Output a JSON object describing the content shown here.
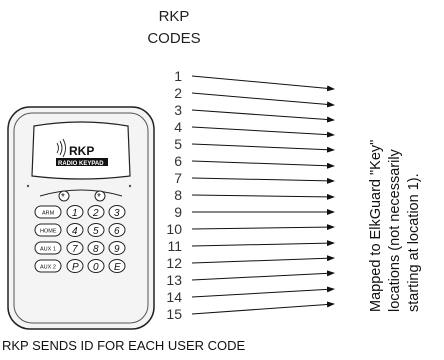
{
  "header": {
    "line1": "RKP",
    "line2": "CODES"
  },
  "code_numbers": [
    "1",
    "2",
    "3",
    "4",
    "5",
    "6",
    "7",
    "8",
    "9",
    "10",
    "11",
    "12",
    "13",
    "14",
    "15"
  ],
  "side_note": {
    "line1": "Mapped to ElkGuard \"Key\"",
    "line2": "locations (not necessarily",
    "line3": "starting at location 1)."
  },
  "keypad": {
    "brand": "RKP",
    "subtitle": "RADIO KEYPAD",
    "star": "*",
    "side_keys": [
      "ARM",
      "HOME",
      "AUX 1",
      "AUX 2"
    ],
    "keys": [
      "1",
      "2",
      "3",
      "4",
      "5",
      "6",
      "7",
      "8",
      "9",
      "P",
      "0",
      "E"
    ]
  },
  "caption": "RKP SENDS ID FOR EACH USER CODE"
}
